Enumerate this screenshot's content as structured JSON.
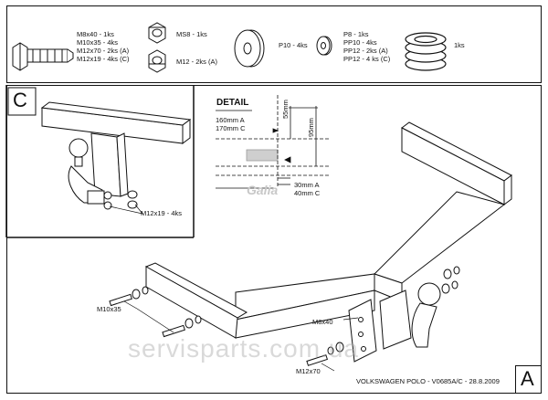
{
  "parts": {
    "bolt_lines": [
      "M8x40 - 1ks",
      "M10x35 - 4ks",
      "M12x70 - 2ks (A)",
      "M12x19 - 4ks (C)"
    ],
    "nut_top": "MS8 - 1ks",
    "nut_bottom": "M12 - 2ks (A)",
    "washer": "P10 - 4ks",
    "small_washer_lines": [
      "P8 - 1ks",
      "PP10 - 4ks",
      "PP12 - 2ks (A)",
      "PP12 - 4 ks (C)"
    ],
    "spring": "1ks"
  },
  "section_c": {
    "letter": "C",
    "bolt_label": "M12x19 - 4ks"
  },
  "detail": {
    "title": "DETAIL",
    "left_dims": [
      "160mm A",
      "170mm C"
    ],
    "dim_55": "55mm",
    "dim_95": "95mm",
    "bottom_dims": [
      "30mm A",
      "40mm C"
    ],
    "brand": "Galia"
  },
  "main": {
    "label_m10x35": "M10x35",
    "label_m8x40": "M8x40",
    "label_m12x70": "M12x70",
    "watermark": "servisparts.com.ua",
    "footer": "VOLKSWAGEN POLO - V0685A/C - 28.8.2009",
    "letter": "A"
  }
}
